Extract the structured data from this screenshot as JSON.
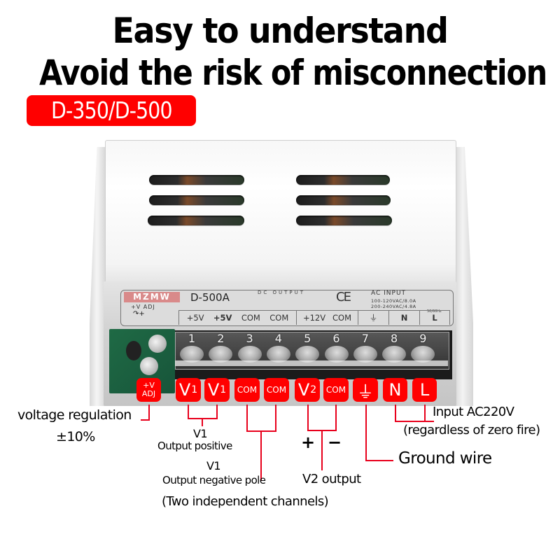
{
  "headline": {
    "line1": "Easy to understand",
    "line2": "Avoid the risk of misconnection"
  },
  "model_badge": "D-350/D-500",
  "product_label": {
    "brand": "MZMW",
    "model": "D-500A",
    "dc_output": "DC OUTPUT",
    "ce_mark": "CE",
    "ac_input_title": "AC INPUT",
    "ac_input_line1": "100-120VAC/8.0A",
    "ac_input_line2": "200-240VAC/4.8A",
    "ac_input_freq": "50/60Hz",
    "vadj_label": "+V ADJ",
    "vadj_symbol": "↷+",
    "terminal_labels": [
      "+5V",
      "+5V",
      "COM",
      "COM",
      "+12V",
      "COM",
      "⏚",
      "N",
      "L"
    ]
  },
  "terminal_numbers": [
    "1",
    "2",
    "3",
    "4",
    "5",
    "6",
    "7",
    "8",
    "9"
  ],
  "badges": [
    {
      "id": "vadj",
      "line1": "+V",
      "line2": "ADJ"
    },
    {
      "id": "v1a",
      "main": "V",
      "sub": "1"
    },
    {
      "id": "v1b",
      "main": "V",
      "sub": "1"
    },
    {
      "id": "com1",
      "main": "COM"
    },
    {
      "id": "com2",
      "main": "COM"
    },
    {
      "id": "v2",
      "main": "V",
      "sub": "2"
    },
    {
      "id": "com3",
      "main": "COM"
    },
    {
      "id": "ground",
      "main": "⏚"
    },
    {
      "id": "n",
      "main": "N"
    },
    {
      "id": "l",
      "main": "L"
    }
  ],
  "annotations": {
    "voltage_regulation": "voltage regulation",
    "voltage_range": "±10%",
    "v1_positive_title": "V1",
    "v1_positive_desc": "Output positive",
    "v1_negative_title": "V1",
    "v1_negative_desc": "Output negative pole",
    "two_channels": "(Two independent channels)",
    "v2_plus": "+",
    "v2_minus": "−",
    "v2_output": "V2 output",
    "ground_wire": "Ground wire",
    "input_ac": "Input AC220V",
    "input_note": "(regardless of zero fire)"
  },
  "colors": {
    "accent_red": "#ff0000",
    "line_red": "#e8001c",
    "pcb_green": "#1f6a45"
  }
}
